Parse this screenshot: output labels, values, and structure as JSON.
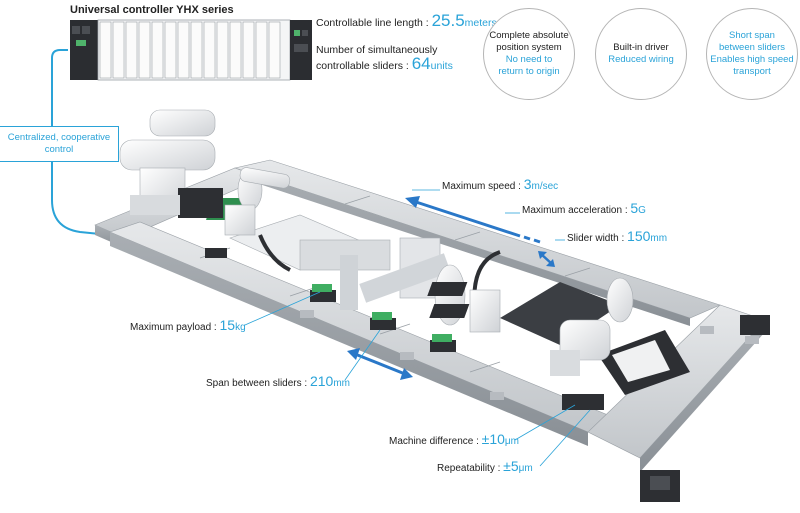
{
  "controller": {
    "title": "Universal controller YHX series"
  },
  "specs": {
    "line_length_label": "Controllable line length : ",
    "line_length_value": "25.5",
    "line_length_unit": "meters",
    "sliders_label_1": "Number of simultaneously",
    "sliders_label_2": "controllable sliders : ",
    "sliders_value": "64",
    "sliders_unit": "units"
  },
  "features": [
    {
      "line1": "Complete absolute",
      "line2": "position system",
      "cyan1": "No need to",
      "cyan2": "return to origin"
    },
    {
      "line1": "Built-in driver",
      "line2": "",
      "cyan1": "Reduced wiring",
      "cyan2": ""
    },
    {
      "line1": "",
      "line2": "",
      "cyan1": "Short span",
      "cyan2": "between sliders",
      "cyan3": "Enables high speed",
      "cyan4": "transport"
    }
  ],
  "centralized": {
    "line1": "Centralized, cooperative",
    "line2": "control"
  },
  "callouts": {
    "max_speed": {
      "label": "Maximum speed : ",
      "value": "3",
      "unit": "m/sec"
    },
    "max_accel": {
      "label": "Maximum acceleration : ",
      "value": "5",
      "unit": "G"
    },
    "slider_width": {
      "label": "Slider width : ",
      "value": "150",
      "unit": "mm"
    },
    "max_payload": {
      "label": "Maximum payload : ",
      "value": "15",
      "unit": "kg"
    },
    "span": {
      "label": "Span between sliders : ",
      "value": "210",
      "unit": "mm"
    },
    "machine_diff": {
      "label": "Machine difference : ",
      "value": "±10",
      "unit": "μm"
    },
    "repeatability": {
      "label": "Repeatability : ",
      "value": "±5",
      "unit": "μm"
    }
  },
  "colors": {
    "accent": "#2aa3d8",
    "rail": "#c9cdd1",
    "dark": "#2d2f33"
  }
}
